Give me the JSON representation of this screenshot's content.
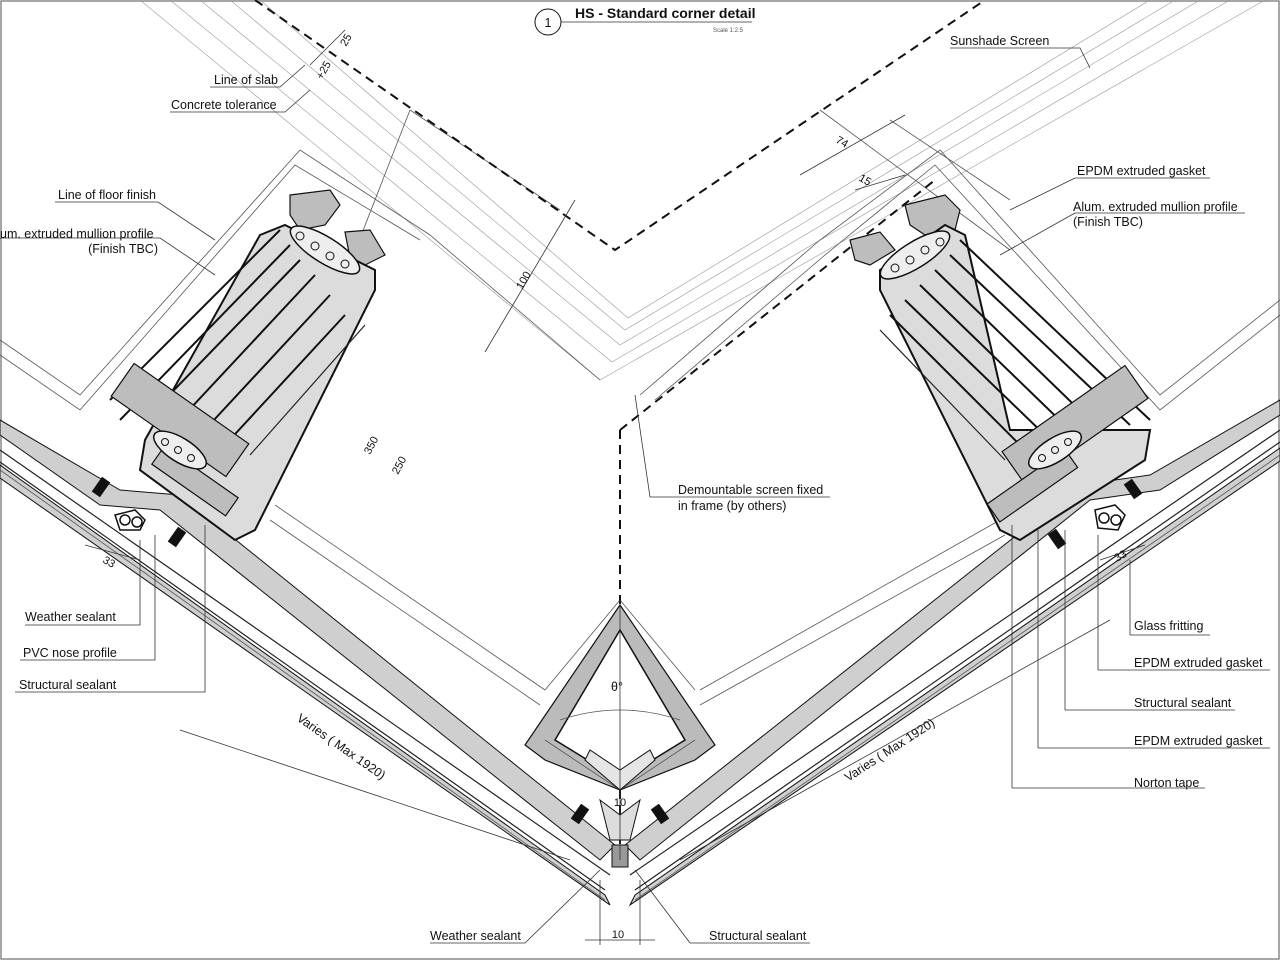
{
  "title": {
    "number": "1",
    "text": "HS - Standard corner detail",
    "scale": "Scale 1:2.5"
  },
  "labels_left": {
    "line_of_slab": "Line of slab",
    "concrete_tolerance": "Concrete tolerance",
    "line_of_floor_finish": "Line of floor finish",
    "mullion_profile": "um. extruded mullion profile",
    "mullion_finish": "(Finish TBC)",
    "weather_sealant": "Weather sealant",
    "pvc_nose_profile": "PVC nose profile",
    "structural_sealant": "Structural sealant"
  },
  "labels_right": {
    "sunshade_screen": "Sunshade Screen",
    "epdm_gasket_top": "EPDM extruded gasket",
    "mullion_profile": "Alum. extruded mullion profile",
    "mullion_finish": "(Finish TBC)",
    "glass_fritting": "Glass fritting",
    "epdm_gasket_1": "EPDM extruded gasket",
    "structural_sealant": "Structural sealant",
    "epdm_gasket_2": "EPDM extruded gasket",
    "norton_tape": "Norton tape"
  },
  "labels_center": {
    "demountable_1": "Demountable screen fixed",
    "demountable_2": "in frame (by others)",
    "angle": "θ°",
    "weather_sealant_bottom": "Weather sealant",
    "structural_sealant_bottom": "Structural sealant",
    "varies_left": "Varies ( Max 1920)",
    "varies_right": "Varies ( Max 1920)"
  },
  "dimensions": {
    "d25": "25",
    "d_plus25": "+25",
    "d100": "100",
    "d350": "350",
    "d250": "250",
    "d33_left": "33",
    "d33_right": "33",
    "d74": "74",
    "d15": "15",
    "d10_inner": "10",
    "d10_bottom": "10"
  }
}
